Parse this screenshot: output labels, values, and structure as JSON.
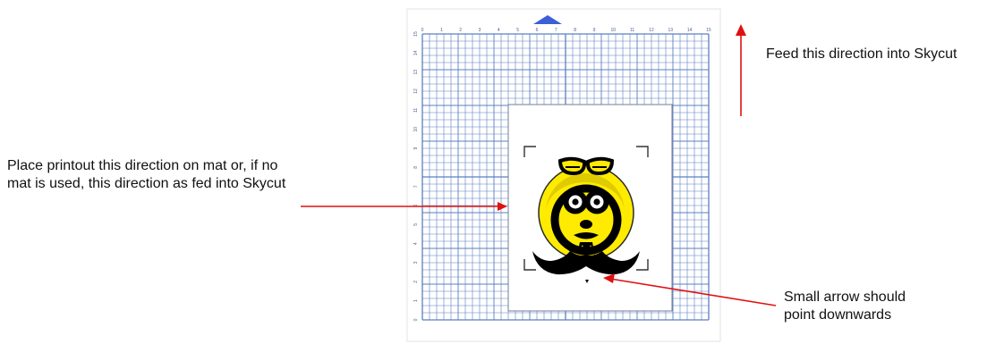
{
  "labels": {
    "place_printout": "Place printout this direction on mat or, if no mat is used, this direction as fed into Skycut",
    "feed_direction": "Feed this direction into Skycut",
    "small_arrow": "Small arrow should point downwards"
  },
  "mat": {
    "top_ruler": [
      "0",
      "1",
      "2",
      "3",
      "4",
      "5",
      "6",
      "7",
      "8",
      "9",
      "10",
      "11",
      "12",
      "13",
      "14",
      "15"
    ],
    "side_ruler": [
      "0",
      "1",
      "2",
      "3",
      "4",
      "5",
      "6",
      "7",
      "8",
      "9",
      "10",
      "11",
      "12",
      "13",
      "14",
      "15"
    ],
    "grid_color": "#5b7fc0",
    "feed_arrow_color": "#3d5fd6"
  },
  "colors": {
    "annotation_arrow": "#e01010",
    "character_yellow": "#ffeb00",
    "character_black": "#000000"
  }
}
